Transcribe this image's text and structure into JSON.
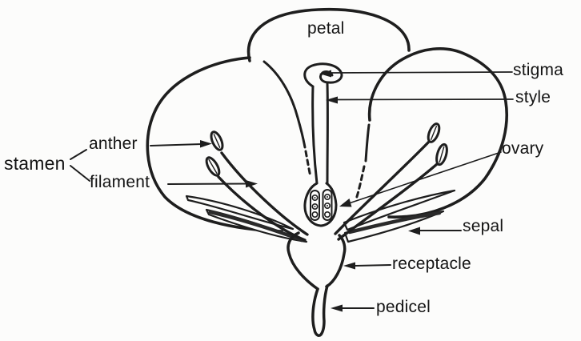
{
  "diagram": {
    "type": "labeled-botanical-diagram",
    "subject": "flower cross-section",
    "background_color": "#fcfcfb",
    "ink_color": "#1e1e1e",
    "labels": {
      "petal": "petal",
      "stigma": "stigma",
      "style": "style",
      "ovary": "ovary",
      "sepal": "sepal",
      "receptacle": "receptacle",
      "pedicel": "pedicel",
      "stamen": "stamen",
      "anther": "anther",
      "filament": "filament"
    }
  }
}
